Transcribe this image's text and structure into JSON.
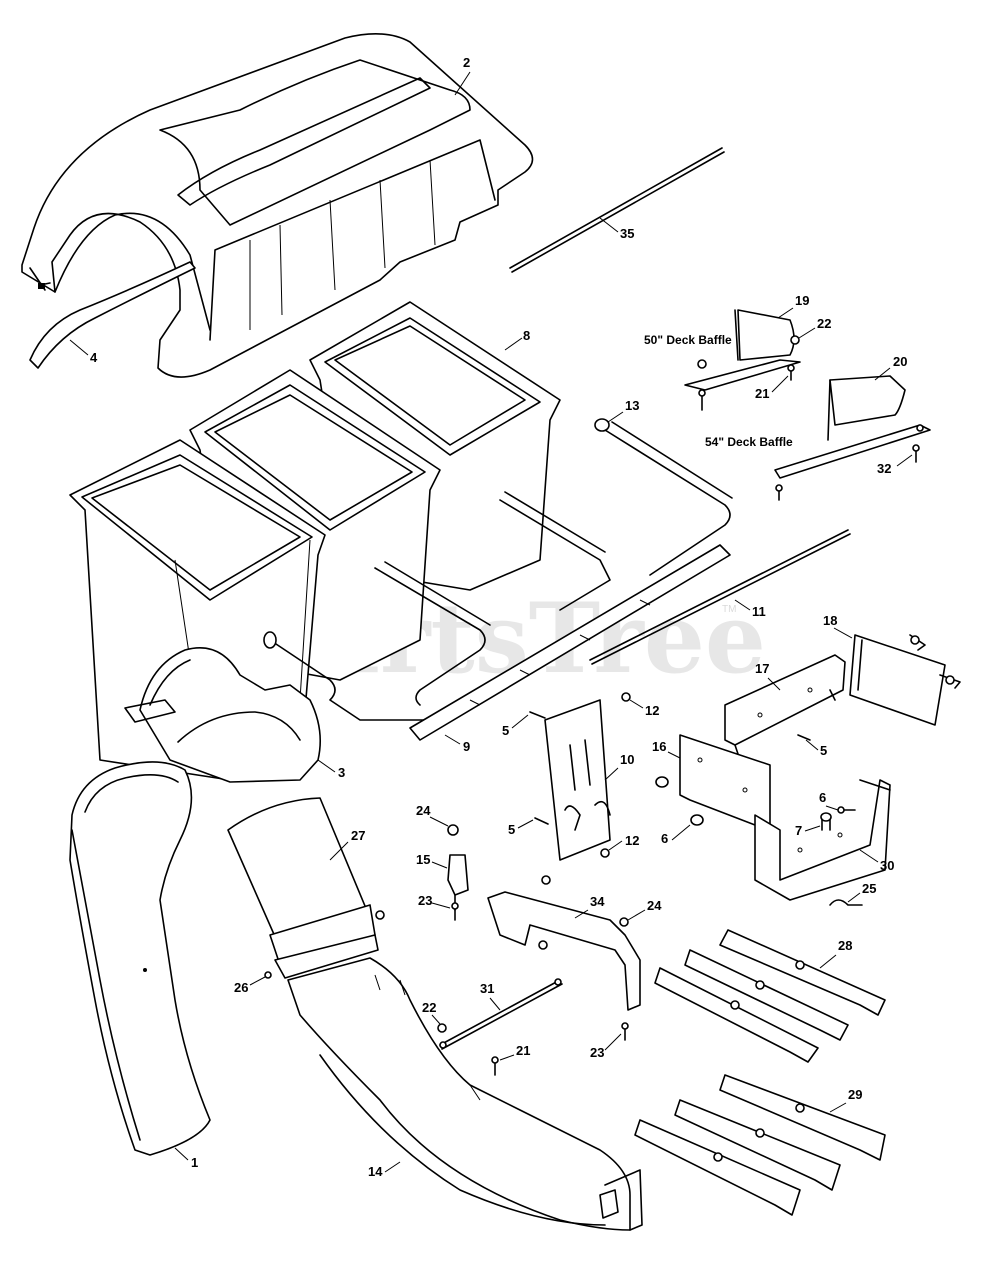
{
  "watermark": {
    "text": "PartsTree",
    "trademark": "TM"
  },
  "labels": {
    "deck_baffle_50": "50\" Deck Baffle",
    "deck_baffle_54": "54\" Deck Baffle"
  },
  "callouts": {
    "c1": "1",
    "c2": "2",
    "c3": "3",
    "c4": "4",
    "c5a": "5",
    "c5b": "5",
    "c5c": "5",
    "c6a": "6",
    "c6b": "6",
    "c7": "7",
    "c8": "8",
    "c9": "9",
    "c10": "10",
    "c11": "11",
    "c12a": "12",
    "c12b": "12",
    "c13": "13",
    "c14": "14",
    "c15": "15",
    "c16": "16",
    "c17": "17",
    "c18": "18",
    "c19": "19",
    "c20": "20",
    "c21a": "21",
    "c21b": "21",
    "c22a": "22",
    "c22b": "22",
    "c23a": "23",
    "c23b": "23",
    "c24a": "24",
    "c24b": "24",
    "c25": "25",
    "c26": "26",
    "c27": "27",
    "c28": "28",
    "c29": "29",
    "c30": "30",
    "c31": "31",
    "c32": "32",
    "c34": "34",
    "c35": "35"
  }
}
